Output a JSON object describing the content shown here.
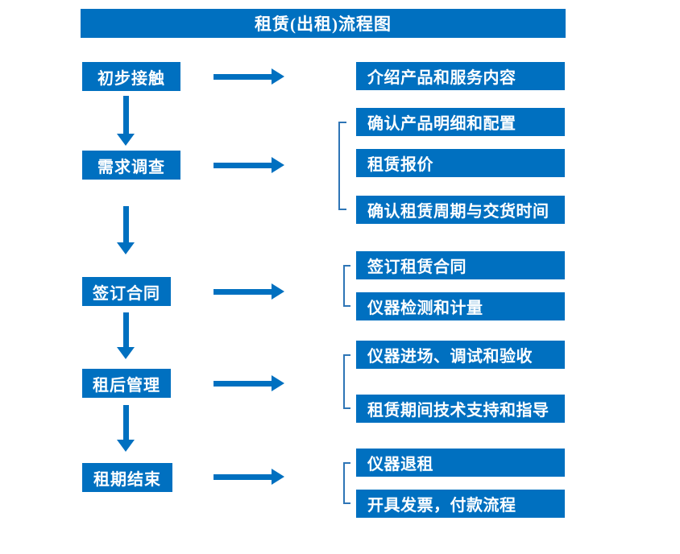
{
  "title": "租赁(出租)流程图",
  "colors": {
    "primary_blue": "#0070C0",
    "bracket_blue": "#2E75B6",
    "box_text": "#FFFFFF"
  },
  "steps": [
    {
      "label": "初步接触",
      "details": [
        "介绍产品和服务内容"
      ]
    },
    {
      "label": "需求调查",
      "details": [
        "确认产品明细和配置",
        "租赁报价",
        "确认租赁周期与交货时间"
      ]
    },
    {
      "label": "签订合同",
      "details": [
        "签订租赁合同",
        "仪器检测和计量"
      ]
    },
    {
      "label": "租后管理",
      "details": [
        "仪器进场、调试和验收",
        "租赁期间技术支持和指导"
      ]
    },
    {
      "label": "租期结束",
      "details": [
        "仪器退租",
        "开具发票，付款流程"
      ]
    }
  ]
}
